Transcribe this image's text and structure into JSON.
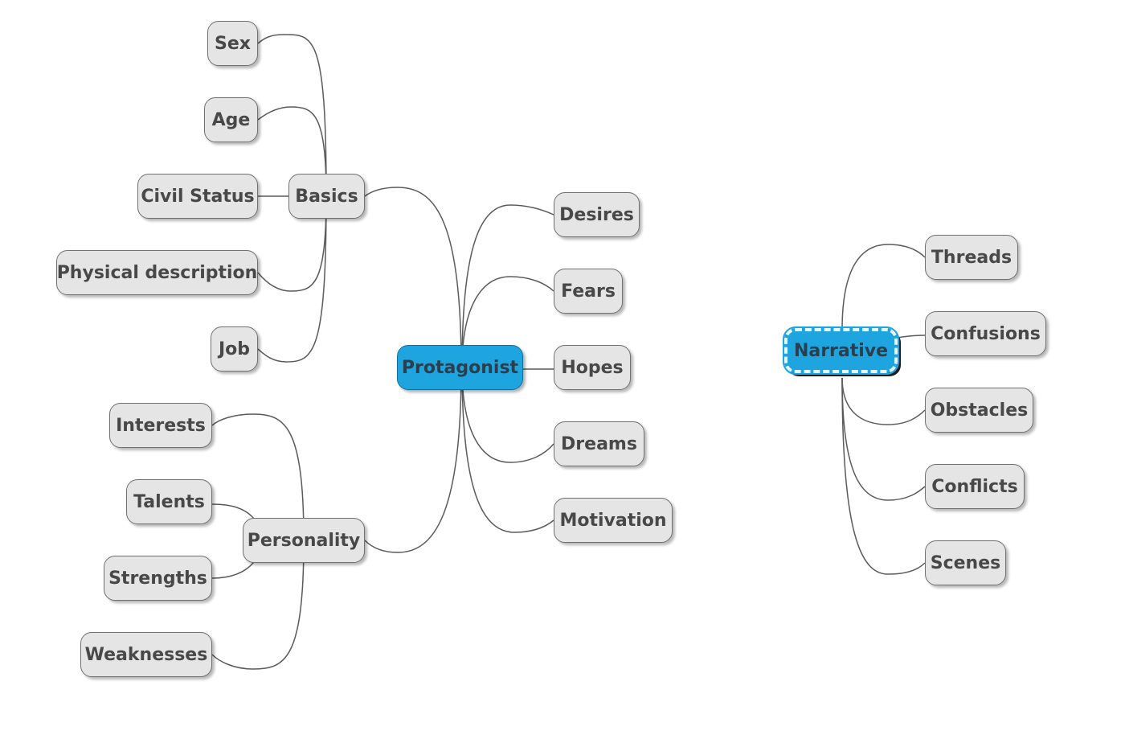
{
  "mindmap": {
    "central_topics": {
      "protagonist": "Protagonist",
      "narrative": "Narrative"
    },
    "protagonist": {
      "basics": {
        "label": "Basics",
        "children": [
          "Sex",
          "Age",
          "Civil Status",
          "Physical description",
          "Job"
        ]
      },
      "personality": {
        "label": "Personality",
        "children": [
          "Interests",
          "Talents",
          "Strengths",
          "Weaknesses"
        ]
      },
      "right_children": [
        "Desires",
        "Fears",
        "Hopes",
        "Dreams",
        "Motivation"
      ]
    },
    "narrative": {
      "children": [
        "Threads",
        "Confusions",
        "Obstacles",
        "Conflicts",
        "Scenes"
      ]
    },
    "selected_topic": "Narrative"
  },
  "colors": {
    "central_fill": "#1ea5e0",
    "topic_fill": "#e5e5e5",
    "connector": "#5a5a5a",
    "text": "#484848"
  }
}
